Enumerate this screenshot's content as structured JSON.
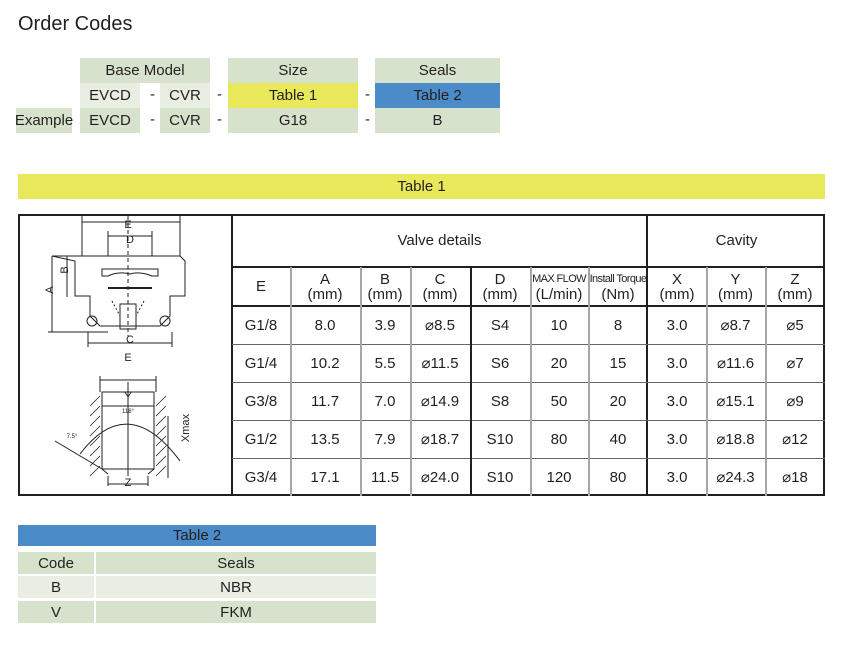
{
  "page_title": "Order Codes",
  "order_codes": {
    "headers": {
      "base_model": "Base Model",
      "size": "Size",
      "seals": "Seals"
    },
    "code_row": {
      "part1": "EVCD",
      "part2": "CVR",
      "size": "Table 1",
      "seals": "Table 2"
    },
    "example_row": {
      "label": "Example",
      "part1": "EVCD",
      "part2": "CVR",
      "size": "G18",
      "seals": "B"
    },
    "separator": "-"
  },
  "table1": {
    "title": "Table 1",
    "group_headers": {
      "valve": "Valve details",
      "cavity": "Cavity"
    },
    "diagram_labels": {
      "E": "E",
      "D": "D",
      "A": "A",
      "B": "B",
      "C": "C",
      "E2": "E",
      "Y": "Y",
      "Z": "Z",
      "xmax": "Xmax",
      "angle": "118°",
      "chamfer": "7.5°"
    },
    "columns": [
      {
        "name": "E",
        "unit": ""
      },
      {
        "name": "A",
        "unit": "(mm)"
      },
      {
        "name": "B",
        "unit": "(mm)"
      },
      {
        "name": "C",
        "unit": "(mm)"
      },
      {
        "name": "D",
        "unit": "(mm)"
      },
      {
        "name": "MAX FLOW",
        "unit": "(L/min)"
      },
      {
        "name": "Install Torque",
        "unit": "(Nm)"
      },
      {
        "name": "X",
        "unit": "(mm)"
      },
      {
        "name": "Y",
        "unit": "(mm)"
      },
      {
        "name": "Z",
        "unit": "(mm)"
      }
    ],
    "rows": [
      [
        "G1/8",
        "8.0",
        "3.9",
        "⌀8.5",
        "S4",
        "10",
        "8",
        "3.0",
        "⌀8.7",
        "⌀5"
      ],
      [
        "G1/4",
        "10.2",
        "5.5",
        "⌀11.5",
        "S6",
        "20",
        "15",
        "3.0",
        "⌀11.6",
        "⌀7"
      ],
      [
        "G3/8",
        "11.7",
        "7.0",
        "⌀14.9",
        "S8",
        "50",
        "20",
        "3.0",
        "⌀15.1",
        "⌀9"
      ],
      [
        "G1/2",
        "13.5",
        "7.9",
        "⌀18.7",
        "S10",
        "80",
        "40",
        "3.0",
        "⌀18.8",
        "⌀12"
      ],
      [
        "G3/4",
        "17.1",
        "11.5",
        "⌀24.0",
        "S10",
        "120",
        "80",
        "3.0",
        "⌀24.3",
        "⌀18"
      ]
    ]
  },
  "table2": {
    "title": "Table 2",
    "headers": [
      "Code",
      "Seals"
    ],
    "rows": [
      [
        "B",
        "NBR"
      ],
      [
        "V",
        "FKM"
      ]
    ]
  },
  "colors": {
    "yellow": "#e8e85a",
    "blue": "#4a8bc8",
    "green": "#d7e2cd",
    "light_green": "#e8eee1"
  }
}
